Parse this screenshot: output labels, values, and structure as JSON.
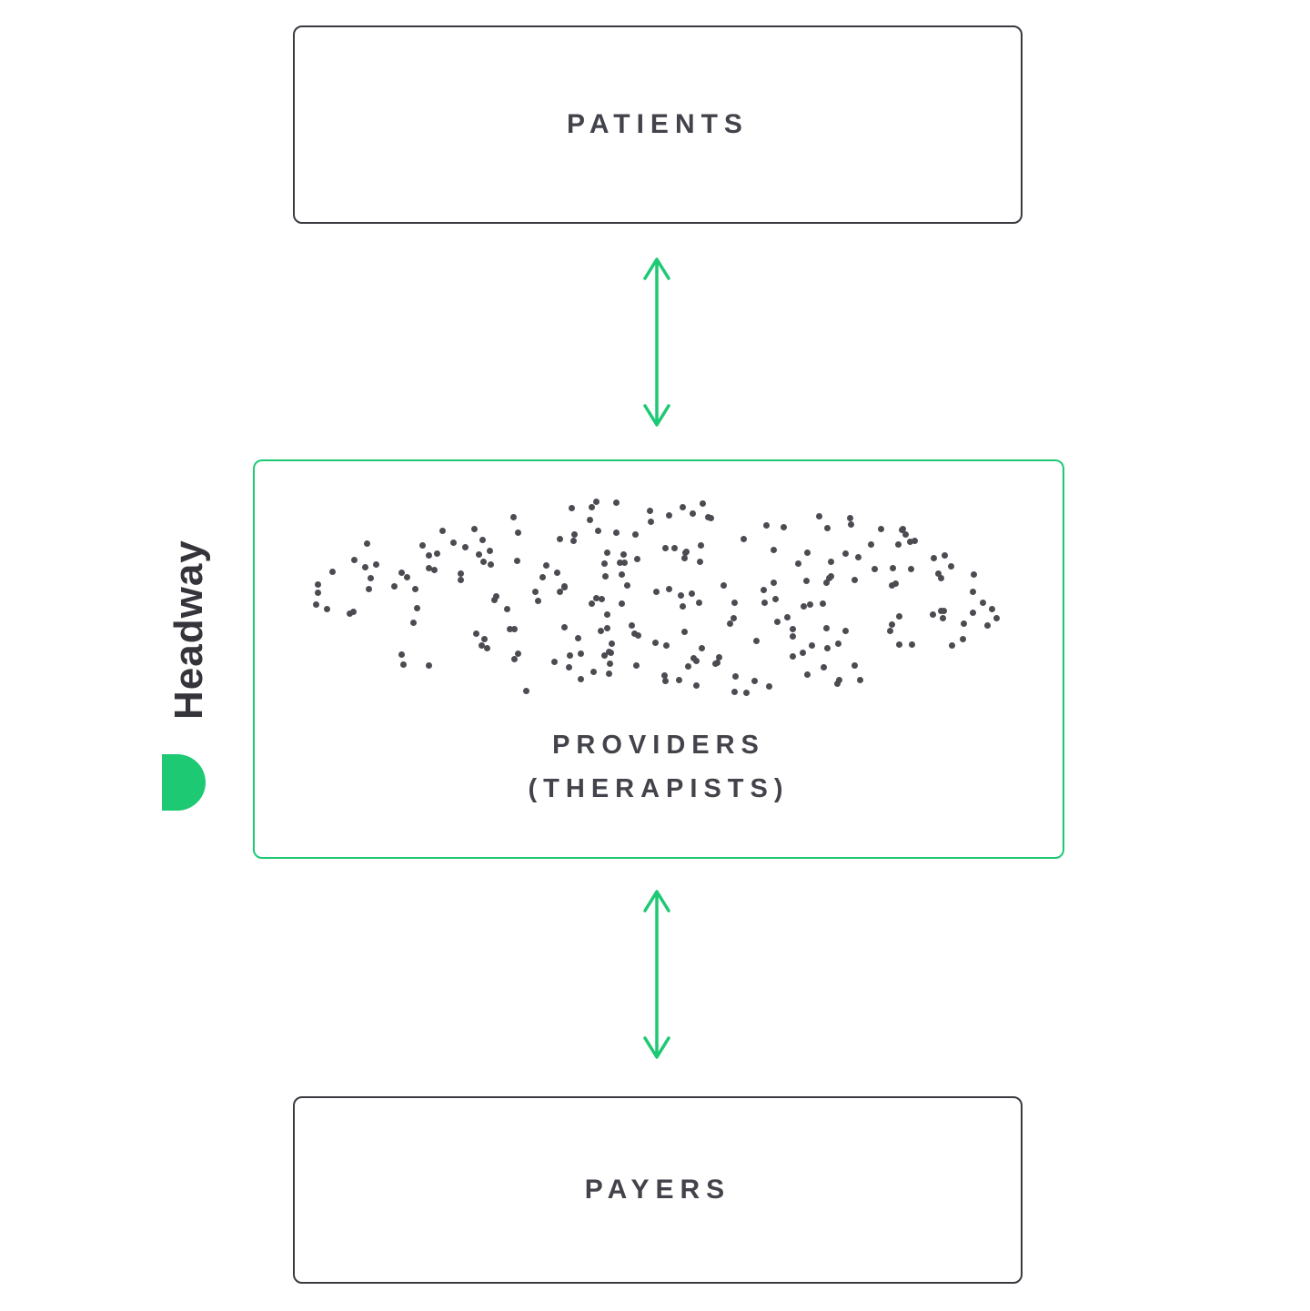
{
  "diagram": {
    "nodes": {
      "patients": {
        "label": "PATIENTS"
      },
      "providers": {
        "label_line1": "PROVIDERS",
        "label_line2": "(THERAPISTS)"
      },
      "payers": {
        "label": "PAYERS"
      }
    },
    "brand": {
      "wordmark": "Headway"
    },
    "colors": {
      "accent_green": "#1ec973",
      "node_border": "#3a3a41",
      "text": "#43434b",
      "dot": "#4b4b52"
    },
    "dots": {
      "count": 230
    }
  }
}
